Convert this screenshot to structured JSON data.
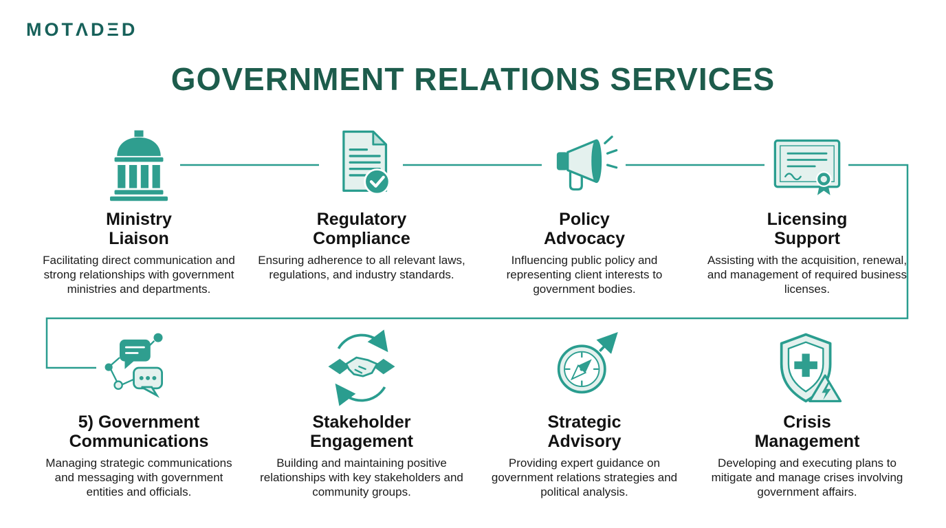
{
  "brand": {
    "logo_text": "MOTΛDΞD"
  },
  "page": {
    "title": "GOVERNMENT RELATIONS SERVICES"
  },
  "theme": {
    "accent": "#2a9d8f",
    "accent_solid": "#2f9e8f",
    "icon_fill_light": "#e0efec",
    "heading_color": "#1d5c4c",
    "logo_color": "#17615a",
    "text_color": "#1b1b1b"
  },
  "services": [
    {
      "icon": "government-building-icon",
      "title_line1": "Ministry",
      "title_line2": "Liaison",
      "description": "Facilitating direct communication and strong relationships with government ministries and departments."
    },
    {
      "icon": "document-check-icon",
      "title_line1": "Regulatory",
      "title_line2": "Compliance",
      "description": "Ensuring adherence to all relevant laws, regulations, and industry standards."
    },
    {
      "icon": "megaphone-icon",
      "title_line1": "Policy",
      "title_line2": "Advocacy",
      "description": "Influencing public policy and representing client interests to government bodies."
    },
    {
      "icon": "certificate-icon",
      "title_line1": "Licensing",
      "title_line2": "Support",
      "description": "Assisting with the acquisition, renewal, and management of required business licenses."
    },
    {
      "icon": "network-chat-icon",
      "title_line1": "5) Government",
      "title_line2": "Communications",
      "description": "Managing strategic communications and messaging with government entities and officials."
    },
    {
      "icon": "handshake-icon",
      "title_line1": "Stakeholder",
      "title_line2": "Engagement",
      "description": "Building and maintaining positive relationships with key stakeholders and community groups."
    },
    {
      "icon": "compass-icon",
      "title_line1": "Strategic",
      "title_line2": "Advisory",
      "description": "Providing expert guidance on government relations strategies and political analysis."
    },
    {
      "icon": "shield-cross-icon",
      "title_line1": "Crisis",
      "title_line2": "Management",
      "description": "Developing and executing plans to mitigate and manage crises involving government affairs."
    }
  ]
}
